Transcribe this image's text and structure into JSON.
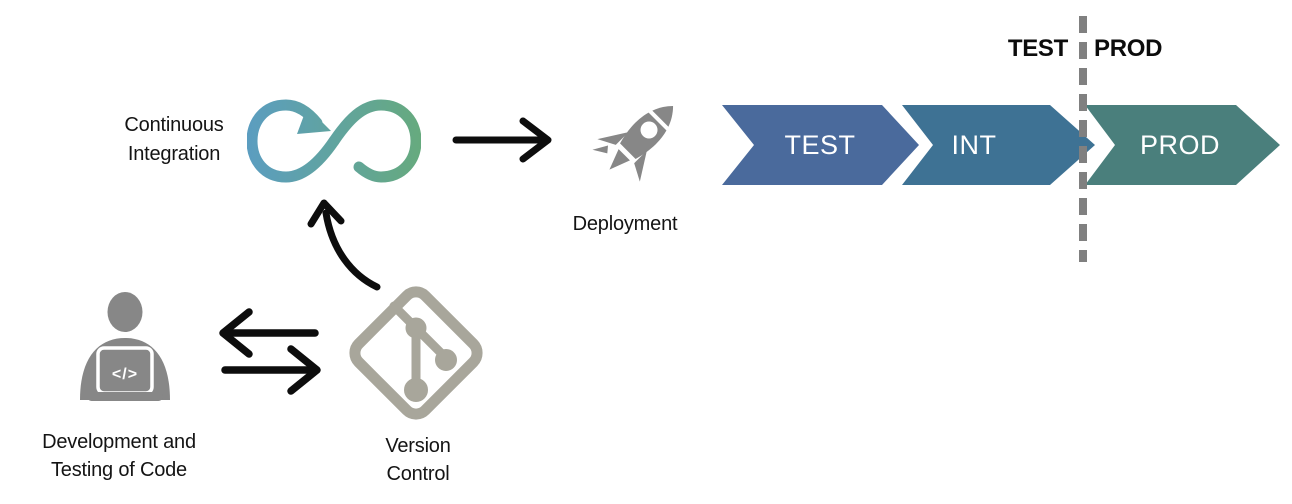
{
  "ci": {
    "label": "Continuous Integration"
  },
  "deployment": {
    "label": "Deployment"
  },
  "developer": {
    "label": "Development and Testing of Code",
    "laptop_code": "</>"
  },
  "version_control": {
    "label": "Version Control"
  },
  "pipeline": {
    "stages": [
      {
        "label": "TEST",
        "color": "#4a6a9c"
      },
      {
        "label": "INT",
        "color": "#3e7294"
      },
      {
        "label": "PROD",
        "color": "#4a7f7c"
      }
    ],
    "divider": {
      "left_label": "TEST",
      "right_label": "PROD",
      "color": "#808080"
    }
  },
  "colors": {
    "icon_gray": "#878787",
    "git_gray": "#a8a69b",
    "arrow_black": "#0d0d0d",
    "infinity_gradient_start": "#5b9dc0",
    "infinity_gradient_end": "#66aa7e"
  }
}
